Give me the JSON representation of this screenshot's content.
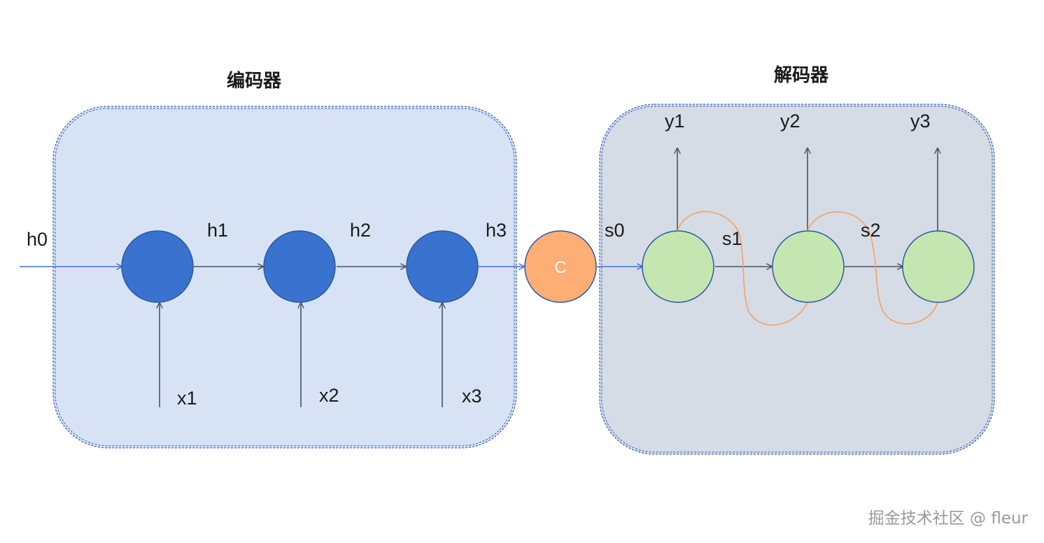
{
  "encoder": {
    "title": "编码器",
    "h_labels": [
      "h0",
      "h1",
      "h2",
      "h3"
    ],
    "x_labels": [
      "x1",
      "x2",
      "x3"
    ]
  },
  "context": {
    "label": "C"
  },
  "decoder": {
    "title": "解码器",
    "s_labels": [
      "s0",
      "s1",
      "s2"
    ],
    "y_labels": [
      "y1",
      "y2",
      "y3"
    ]
  },
  "watermark": "掘金技术社区 @ fleur",
  "colors": {
    "encoder_bg": "#d7e3f4",
    "decoder_bg": "#d5dce6",
    "encoder_node": "#3a72cf",
    "decoder_node": "#c5e6b0",
    "context_node": "#fdae74",
    "node_stroke": "#2c5aa0",
    "edge": "#4a5563",
    "blue_edge": "#3f73c8",
    "attention_curve": "#f4a35f"
  }
}
